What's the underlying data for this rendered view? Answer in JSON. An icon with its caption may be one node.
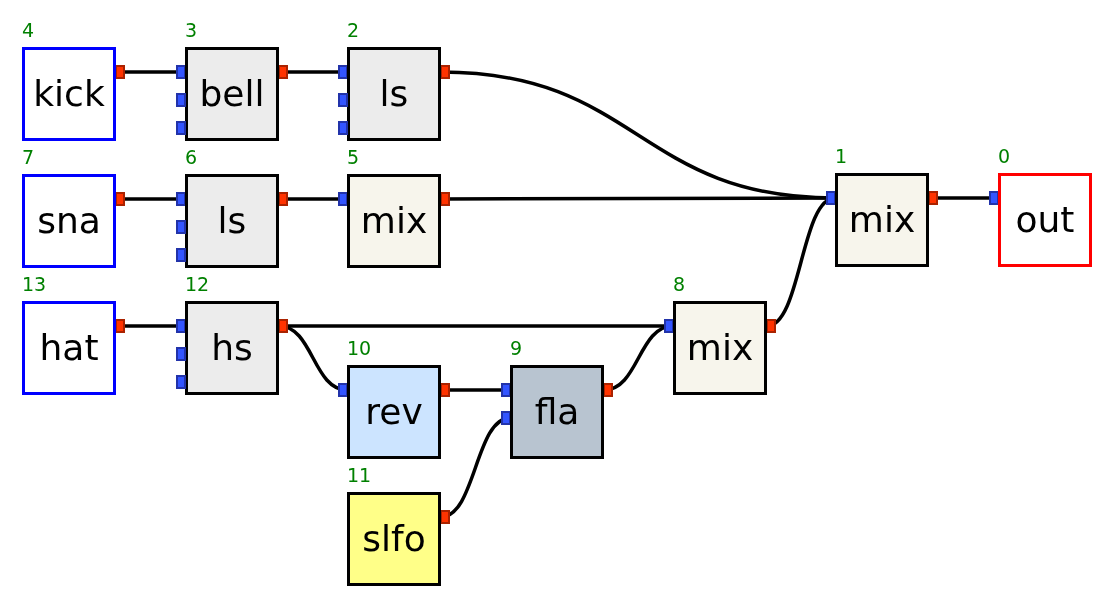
{
  "diagram": {
    "nodes": [
      {
        "text": [
          "out"
        ],
        "beside": [
          "0"
        ]
      },
      {
        "text": [
          "mix"
        ],
        "beside": [
          "1"
        ]
      },
      {
        "text": [
          "ls"
        ],
        "beside": [
          "2"
        ]
      },
      {
        "text": [
          "bell"
        ],
        "beside": [
          "3"
        ]
      },
      {
        "text": [
          "kick"
        ],
        "beside": [
          "4"
        ]
      },
      {
        "text": [
          "mix"
        ],
        "beside": [
          "5"
        ]
      },
      {
        "text": [
          "ls"
        ],
        "beside": [
          "6"
        ]
      },
      {
        "text": [
          "sna"
        ],
        "beside": [
          "7"
        ]
      },
      {
        "text": [
          "mix"
        ],
        "beside": [
          "8"
        ]
      },
      {
        "text": [
          "fla"
        ],
        "beside": [
          "9"
        ]
      },
      {
        "text": [
          "rev"
        ],
        "beside": [
          "10"
        ]
      },
      {
        "text": [
          "slfo"
        ],
        "beside": [
          "11"
        ]
      },
      {
        "text": [
          "hs"
        ],
        "beside": [
          "12"
        ]
      },
      {
        "text": [
          "hat"
        ],
        "beside": [
          "13"
        ]
      }
    ],
    "edges": [
      {
        "from": 4,
        "to": 3,
        "arrow": "other"
      },
      {
        "from": 3,
        "to": 2,
        "arrow": "other"
      },
      {
        "from": 2,
        "to": 1,
        "arrow": "other"
      },
      {
        "from": 7,
        "to": 6,
        "arrow": "other"
      },
      {
        "from": 6,
        "to": 5,
        "arrow": "other"
      },
      {
        "from": 5,
        "to": 1,
        "arrow": "other"
      },
      {
        "from": 13,
        "to": 12,
        "arrow": "other"
      },
      {
        "from": 12,
        "to": 8,
        "arrow": "other"
      },
      {
        "from": 12,
        "to": 10,
        "arrow": "other"
      },
      {
        "from": 10,
        "to": 9,
        "arrow": "other"
      },
      {
        "from": 11,
        "to": 9,
        "arrow": "other"
      },
      {
        "from": 9,
        "to": 8,
        "arrow": "other"
      },
      {
        "from": 8,
        "to": 1,
        "arrow": "other"
      },
      {
        "from": 1,
        "to": 0,
        "arrow": "other"
      }
    ]
  }
}
